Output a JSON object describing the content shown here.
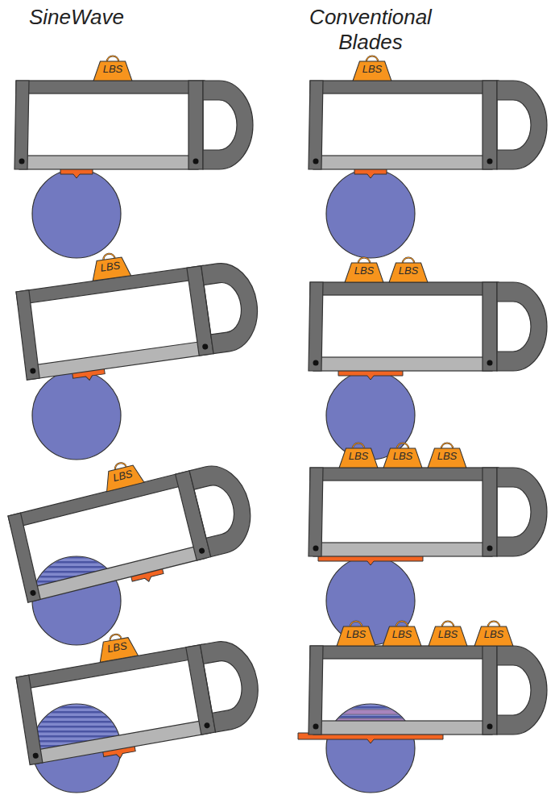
{
  "diagram": {
    "nodes": [
      {
        "text": [
          "LBS"
        ]
      },
      {
        "text": [
          "LBS"
        ]
      },
      {
        "text": [
          "LBS"
        ]
      },
      {
        "text": [
          "LBS"
        ]
      },
      {
        "text": [
          "LBS"
        ]
      },
      {
        "text": [
          "LBS"
        ]
      },
      {
        "text": [
          "LBS"
        ]
      },
      {
        "text": [
          "LBS"
        ]
      },
      {
        "text": [
          "LBS"
        ]
      },
      {
        "text": [
          "LBS"
        ]
      },
      {
        "text": [
          "LBS"
        ]
      },
      {
        "text": [
          "LBS"
        ]
      },
      {
        "text": [
          "LBS"
        ]
      },
      {
        "text": [
          "LBS"
        ]
      }
    ],
    "labels": [
      "SineWave",
      "Conventional Blades"
    ]
  }
}
